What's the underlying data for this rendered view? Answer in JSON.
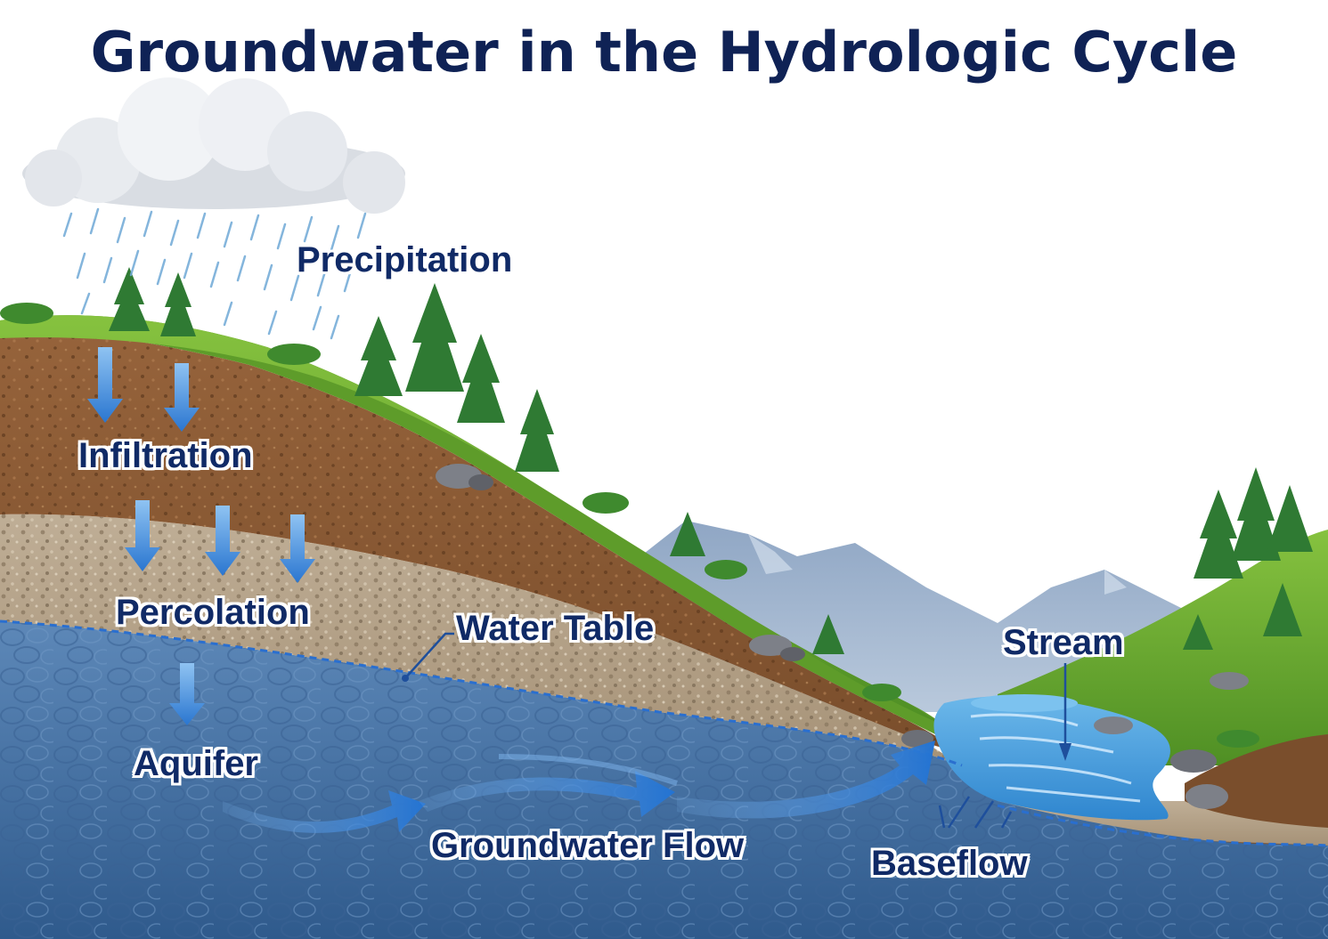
{
  "title": "Groundwater in the Hydrologic Cycle",
  "labels": {
    "precipitation": "Precipitation",
    "infiltration": "Infiltration",
    "percolation": "Percolation",
    "water_table": "Water Table",
    "aquifer": "Aquifer",
    "groundwater_flow": "Groundwater Flow",
    "stream": "Stream",
    "baseflow": "Baseflow"
  },
  "colors": {
    "title": "#0f2255",
    "label": "#102a66",
    "soil": "#8a5a36",
    "gravel": "#b3a088",
    "aquifer": "#4e79a8",
    "grass": "#6fae2f",
    "stream": "#4a9fdc",
    "arrow": "#2f7fd6"
  }
}
